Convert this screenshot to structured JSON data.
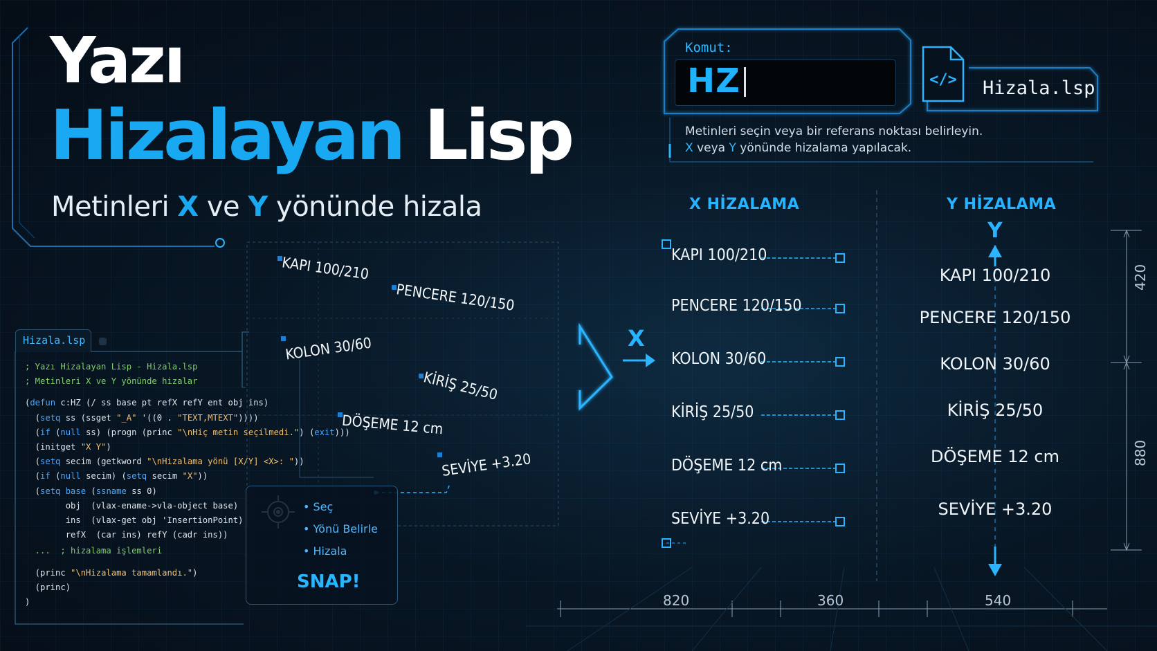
{
  "title": {
    "line1": "Yazı",
    "line2_part1": "Hizalayan",
    "line2_part2": "Lisp",
    "subtitle_part1": "Metinleri",
    "subtitle_x": "X",
    "subtitle_part2": "ve",
    "subtitle_y": "Y",
    "subtitle_part3": "yönünde hizala"
  },
  "command_panel": {
    "label": "Komut:",
    "value": "HZ",
    "file_name": "Hizala.lsp",
    "file_icon": "code-file-icon",
    "desc_line1": "Metinleri seçin veya bir referans noktası belirleyin.",
    "desc_x": "X",
    "desc_mid": "veya",
    "desc_y": "Y",
    "desc_end": "yönünde hizalama yapılacak."
  },
  "floating_texts": [
    "KAPI 100/210",
    "PENCERE 120/150",
    "KOLON 30/60",
    "KİRİŞ 25/50",
    "DÖŞEME 12 cm",
    "SEVİYE +3.20"
  ],
  "x_align": {
    "header": "X HİZALAMA",
    "axis_label": "X",
    "items": [
      "KAPI 100/210",
      "PENCERE 120/150",
      "KOLON 30/60",
      "KİRİŞ 25/50",
      "DÖŞEME 12 cm",
      "SEVİYE +3.20"
    ]
  },
  "y_align": {
    "header": "Y HİZALAMA",
    "axis_label": "Y",
    "items": [
      "KAPI 100/210",
      "PENCERE 120/150",
      "KOLON 30/60",
      "KİRİŞ 25/50",
      "DÖŞEME 12 cm",
      "SEVİYE +3.20"
    ]
  },
  "dimensions": {
    "vertical": [
      "420",
      "880"
    ],
    "horizontal": [
      "820",
      "360",
      "540"
    ]
  },
  "editor": {
    "tab_label": "Hizala.lsp",
    "lines": [
      [
        "; Yazı Hizalayan Lisp - Hizala.lsp"
      ],
      [
        "; Metinleri X ve Y yönünde hizalar"
      ],
      [
        ""
      ],
      [
        "(",
        "defun",
        " c:HZ (/ ss base pt refX refY ent obj ins)"
      ],
      [
        "  (",
        "setq",
        " ss (ssget ",
        "\"_A\"",
        " '((0 . ",
        "\"TEXT,MTEXT\"",
        "))))"
      ],
      [
        "  (",
        "if",
        " (",
        "null",
        " ss) (progn (princ ",
        "\"\\nHiç metin seçilmedi.\"",
        ") (",
        "exit",
        ")))"
      ],
      [
        "  (initget ",
        "\"X Y\"",
        ")"
      ],
      [
        "  (",
        "setq",
        " secim (getkword ",
        "\"\\nHizalama yönü [X/Y] <X>: \"",
        "))"
      ],
      [
        "  (",
        "if",
        " (",
        "null",
        " secim) (",
        "setq",
        " secim ",
        "\"X\"",
        "))"
      ],
      [
        "  (",
        "setq",
        " ",
        "base",
        " (",
        "ssname",
        " ss 0)"
      ],
      [
        "        obj  (vlax-ename->vla-object base)"
      ],
      [
        "        ins  (vlax-get obj 'InsertionPoint)"
      ],
      [
        "        refX  (car ins) refY (cadr ins))"
      ],
      [
        "  ...  ; hizalama işlemleri"
      ],
      [
        ""
      ],
      [
        "  (princ ",
        "\"\\nHizalama tamamlandı.\"",
        ")"
      ],
      [
        "  (princ)"
      ],
      [
        ")"
      ]
    ]
  },
  "snap_panel": {
    "icon": "crosshair-target-icon",
    "items": [
      "• Seç",
      "• Yönü Belirle",
      "• Hizala"
    ],
    "label": "SNAP!"
  },
  "colors": {
    "accent": "#19a9f2",
    "background": "#05101a",
    "guide": "#2bb4ff"
  }
}
